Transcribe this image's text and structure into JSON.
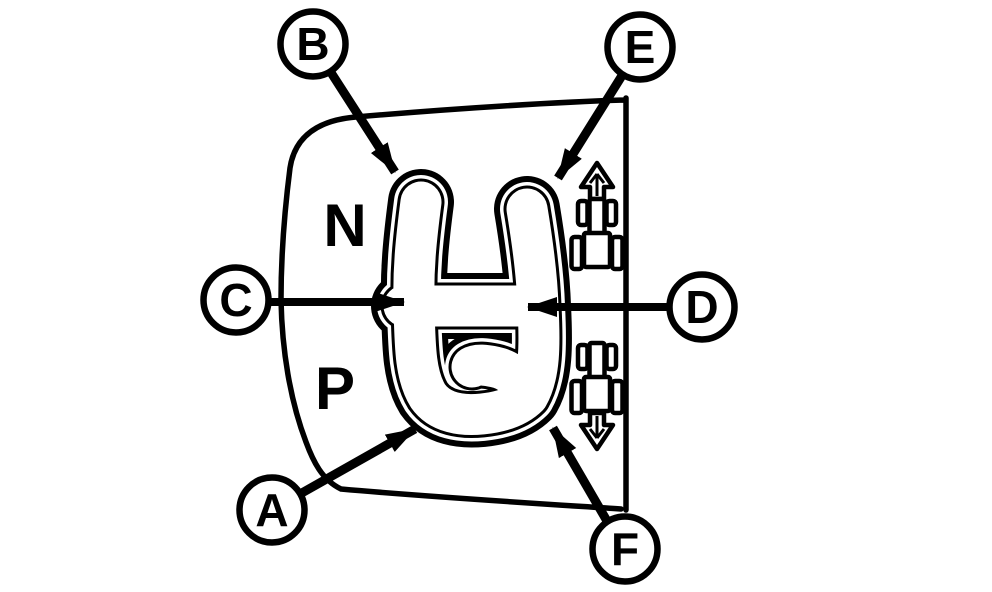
{
  "diagram": {
    "kind": "gear-shift-pattern-diagram",
    "background_color": "#ffffff",
    "line_color": "#000000"
  },
  "panel": {
    "neutral_label": "N",
    "park_label": "P"
  },
  "icons": {
    "forward_icon": "tractor-forward-icon",
    "reverse_icon": "tractor-reverse-icon",
    "up_arrow_icon": "up-arrow-icon",
    "down_arrow_icon": "down-arrow-icon"
  },
  "callouts": [
    {
      "letter": "A"
    },
    {
      "letter": "B"
    },
    {
      "letter": "C"
    },
    {
      "letter": "D"
    },
    {
      "letter": "E"
    },
    {
      "letter": "F"
    }
  ]
}
